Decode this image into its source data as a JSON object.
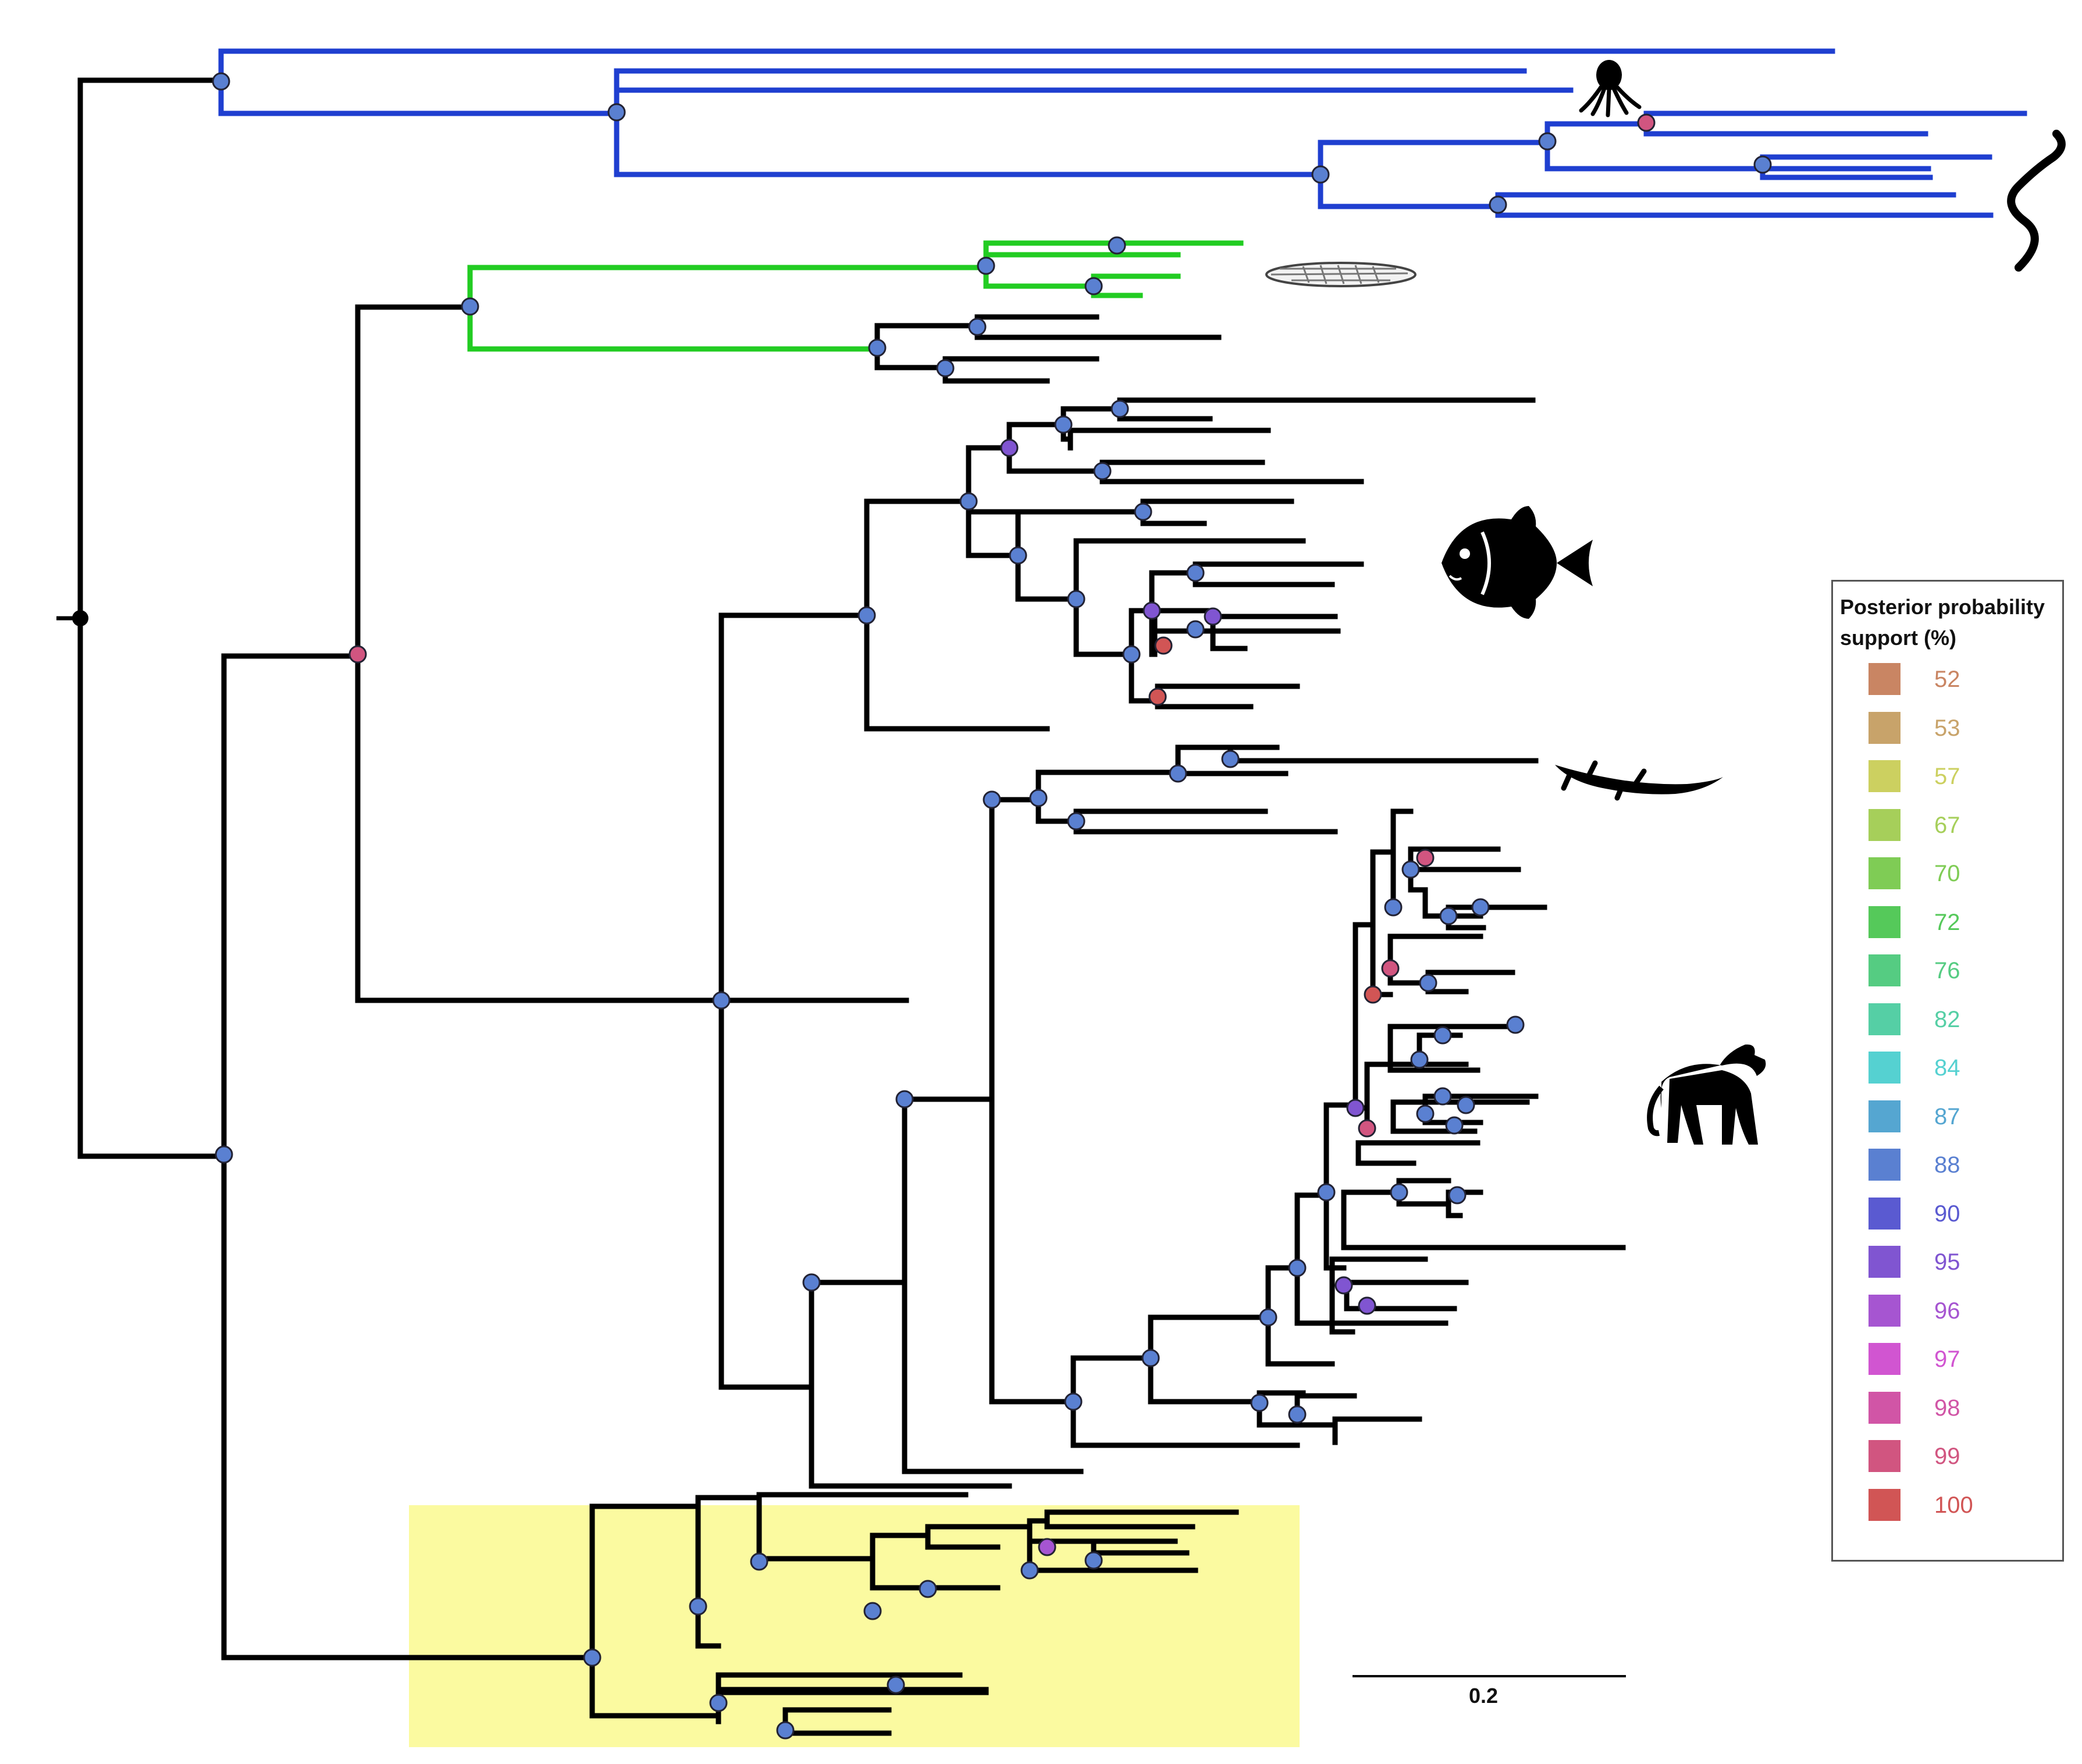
{
  "legend": {
    "title": "Posterior probability support (%)",
    "items": [
      {
        "label": "52",
        "color": "#c98563"
      },
      {
        "label": "53",
        "color": "#c8a36a"
      },
      {
        "label": "57",
        "color": "#ccd060"
      },
      {
        "label": "67",
        "color": "#a6cf5a"
      },
      {
        "label": "70",
        "color": "#7fcc55"
      },
      {
        "label": "72",
        "color": "#55c95a"
      },
      {
        "label": "76",
        "color": "#55cc82"
      },
      {
        "label": "82",
        "color": "#55cfa5"
      },
      {
        "label": "84",
        "color": "#55d1d1"
      },
      {
        "label": "87",
        "color": "#55a6d1"
      },
      {
        "label": "88",
        "color": "#5a80d1"
      },
      {
        "label": "90",
        "color": "#5a5ad1"
      },
      {
        "label": "95",
        "color": "#8055d1"
      },
      {
        "label": "96",
        "color": "#a655d1"
      },
      {
        "label": "97",
        "color": "#d155d1"
      },
      {
        "label": "98",
        "color": "#d155a6"
      },
      {
        "label": "99",
        "color": "#d15580"
      },
      {
        "label": "100",
        "color": "#d15555"
      }
    ]
  },
  "scale_bar": {
    "label": "0.2"
  },
  "clade_colors": {
    "invertebrate": "#1f3fd0",
    "lancelet": "#22cc22",
    "default": "#000000",
    "highlight": "#fbfaa0"
  },
  "silhouettes": [
    "octopus-icon",
    "nematode-icon",
    "lancelet-icon",
    "fish-icon",
    "lizard-icon",
    "baboon-icon"
  ]
}
